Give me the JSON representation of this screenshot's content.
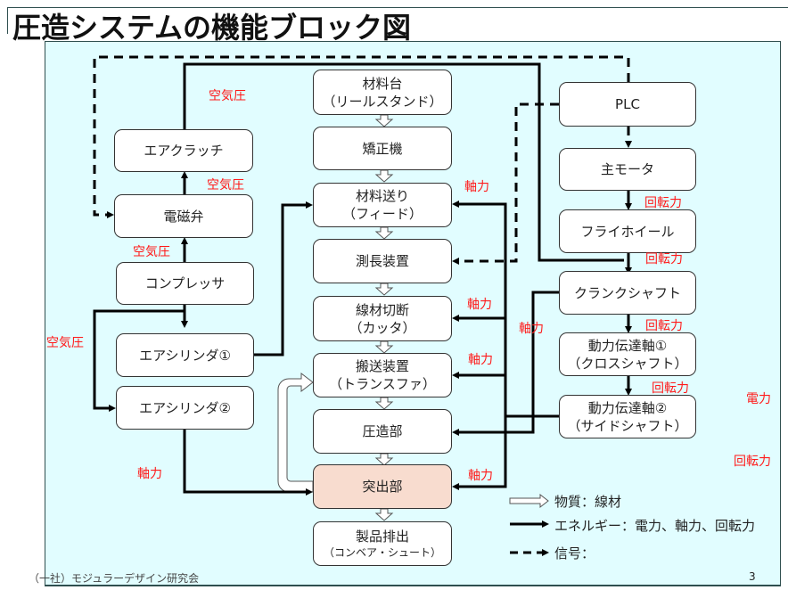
{
  "title": "圧造システムの機能ブロック図",
  "blocks": {
    "material_stand": {
      "line1": "材料台",
      "line2": "（リールスタンド）"
    },
    "straightener": {
      "line1": "矯正機"
    },
    "feed": {
      "line1": "材料送り",
      "line2": "（フィード）"
    },
    "length_measure": {
      "line1": "測長装置"
    },
    "cutter": {
      "line1": "線材切断",
      "line2": "（カッタ）"
    },
    "transfer": {
      "line1": "搬送装置",
      "line2": "（トランスファ）"
    },
    "forging": {
      "line1": "圧造部"
    },
    "ejector": {
      "line1": "突出部"
    },
    "discharge": {
      "line1": "製品排出",
      "line2": "（コンベア・シュート）"
    },
    "air_clutch": {
      "line1": "エアクラッチ"
    },
    "solenoid_valve": {
      "line1": "電磁弁"
    },
    "compressor": {
      "line1": "コンプレッサ"
    },
    "air_cylinder1": {
      "line1": "エアシリンダ①"
    },
    "air_cylinder2": {
      "line1": "エアシリンダ②"
    },
    "plc": {
      "line1": "PLC"
    },
    "main_motor": {
      "line1": "主モータ"
    },
    "flywheel": {
      "line1": "フライホイール"
    },
    "crankshaft": {
      "line1": "クランクシャフト"
    },
    "shaft1": {
      "line1": "動力伝達軸①",
      "line2": "（クロスシャフト）"
    },
    "shaft2": {
      "line1": "動力伝達軸②",
      "line2": "（サイドシャフト）"
    }
  },
  "labels": {
    "air_pressure_top": "空気圧",
    "air_pressure_clutch": "空気圧",
    "air_pressure_valve": "空気圧",
    "air_pressure_left": "空気圧",
    "axial_feed": "軸力",
    "axial_cutter": "軸力",
    "axial_transfer": "軸力",
    "axial_middle": "軸力",
    "axial_ejector": "軸力",
    "axial_cyl2": "軸力",
    "rot_motor": "回転力",
    "rot_flywheel": "回転力",
    "rot_crank": "回転力",
    "rot_shaft1": "回転力",
    "electric": "電力",
    "rot_right": "回転力"
  },
  "legend": {
    "material": "物質：線材",
    "energy": "エネルギー：電力、軸力、回転力",
    "signal": "信号："
  },
  "footer": "（一社）モジュラーデザイン研究会",
  "page_number": "3"
}
